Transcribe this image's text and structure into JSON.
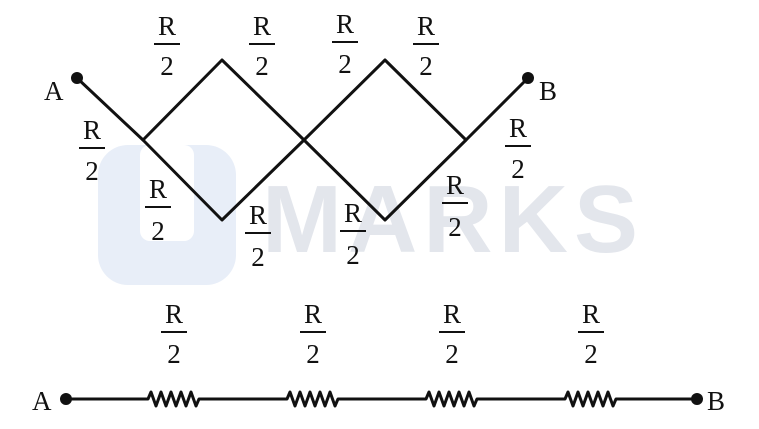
{
  "watermark": {
    "text": "MARKS",
    "color": "#e3e6ec",
    "logo_color": "#e8eef8"
  },
  "network": {
    "terminal_a": "A",
    "terminal_b": "B",
    "resistor_labels": [
      {
        "num": "R",
        "den": "2"
      },
      {
        "num": "R",
        "den": "2"
      },
      {
        "num": "R",
        "den": "2"
      },
      {
        "num": "R",
        "den": "2"
      },
      {
        "num": "R",
        "den": "2"
      },
      {
        "num": "R",
        "den": "2"
      },
      {
        "num": "R",
        "den": "2"
      },
      {
        "num": "R",
        "den": "2"
      },
      {
        "num": "R",
        "den": "2"
      },
      {
        "num": "R",
        "den": "2"
      }
    ]
  },
  "series": {
    "terminal_a": "A",
    "terminal_b": "B",
    "resistor_labels": [
      {
        "num": "R",
        "den": "2"
      },
      {
        "num": "R",
        "den": "2"
      },
      {
        "num": "R",
        "den": "2"
      },
      {
        "num": "R",
        "den": "2"
      }
    ]
  }
}
